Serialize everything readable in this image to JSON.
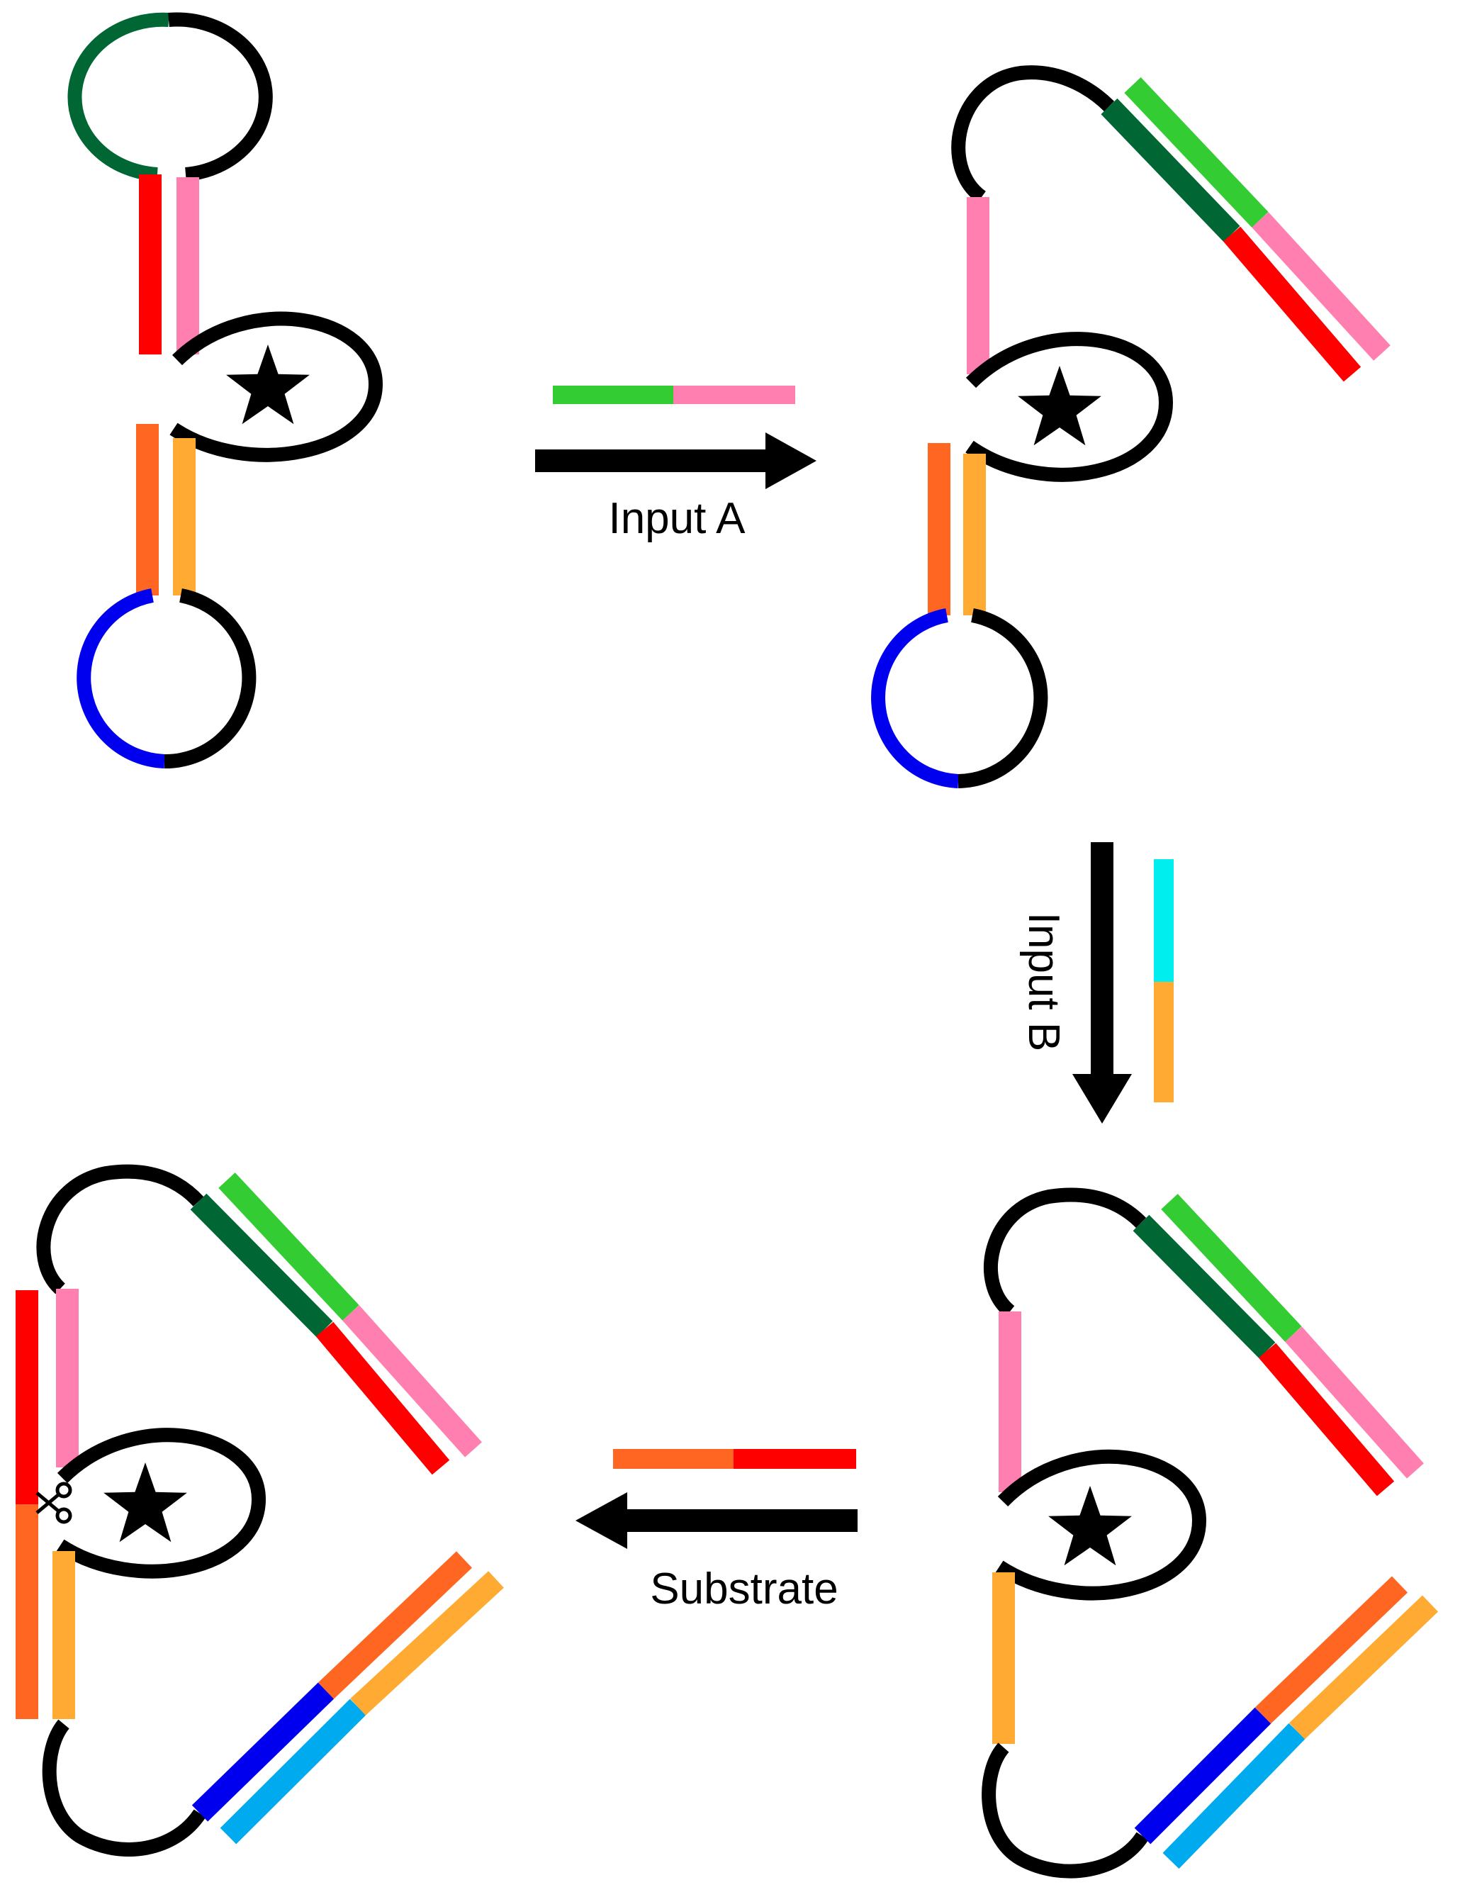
{
  "labels": {
    "input_a": "Input A",
    "input_b": "Input B",
    "substrate": "Substrate"
  },
  "colors": {
    "backbone": "#000000",
    "dark_green": "#006633",
    "light_green": "#33cc33",
    "red": "#ff0000",
    "pink": "#ff80b0",
    "orange_red": "#ff6622",
    "orange": "#ffaa33",
    "blue": "#0000ee",
    "light_blue": "#00aaee",
    "cyan": "#00eeee"
  },
  "icons": {
    "active_site": "star-icon",
    "cleavage": "scissors-icon"
  }
}
